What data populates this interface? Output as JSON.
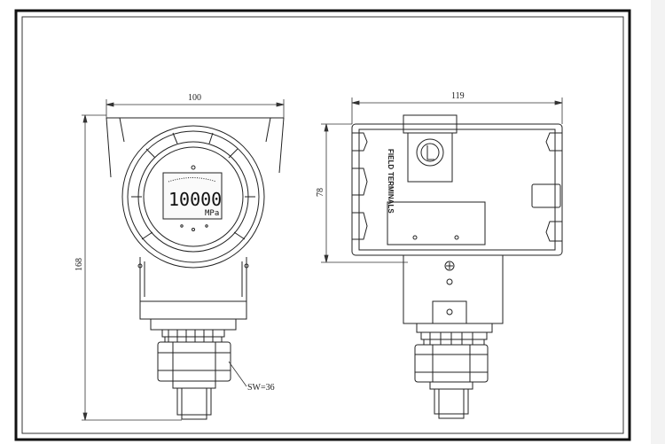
{
  "drawing": {
    "dimensions": {
      "front_width": "100",
      "side_width": "119",
      "overall_height": "168",
      "housing_height": "78",
      "wrench_size": "SW=36"
    },
    "display": {
      "reading": "10000",
      "unit": "MPa"
    },
    "labels": {
      "terminal_left": "FIELD",
      "terminal_right": "TERMINALS"
    }
  },
  "colors": {
    "line": "#222222",
    "frame": "#111111",
    "background": "#ffffff"
  }
}
